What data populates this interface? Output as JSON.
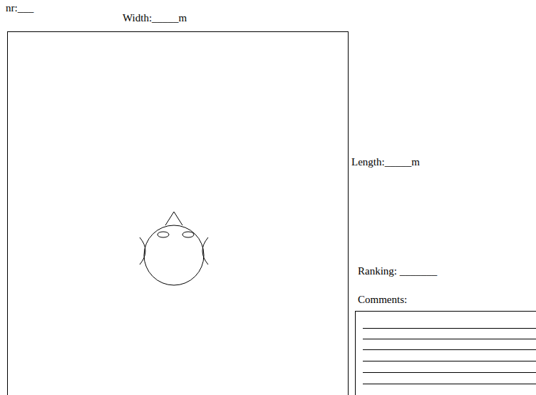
{
  "diagram": {
    "labels": [
      "nr:___",
      "Width:_____m",
      "Length:_____m",
      "Ranking: _______",
      "Comments:"
    ]
  }
}
